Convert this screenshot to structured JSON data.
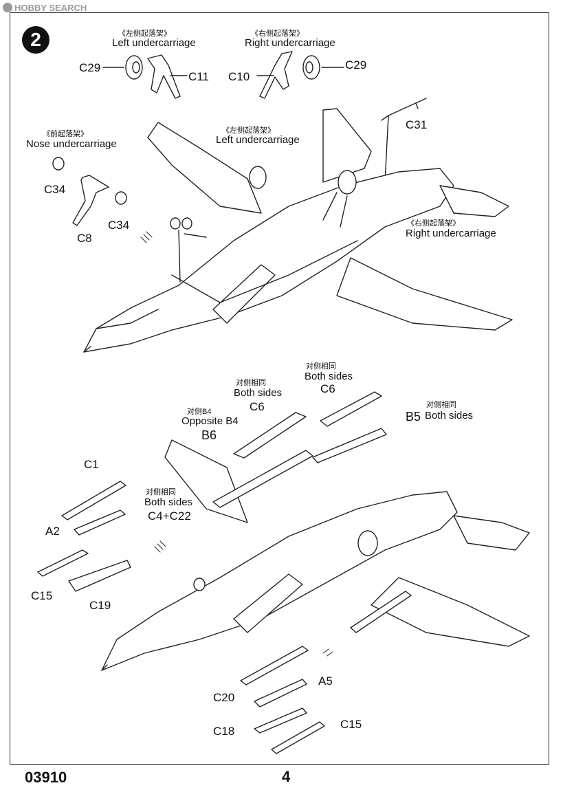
{
  "watermark": "HOBBY SEARCH",
  "step_number": "2",
  "top": {
    "left_uc_cn": "《左侧起落架》",
    "left_uc_en": "Left undercarriage",
    "right_uc_cn": "《右侧起落架》",
    "right_uc_en": "Right undercarriage",
    "c29_left": "C29",
    "c11": "C11",
    "c10": "C10",
    "c29_right": "C29",
    "nose_cn": "《前起落架》",
    "nose_en": "Nose undercarriage",
    "c34_a": "C34",
    "c34_b": "C34",
    "c8": "C8",
    "mid_left_cn": "《左侧起落架》",
    "mid_left_en": "Left undercarriage",
    "c31": "C31",
    "mid_right_cn": "《右侧起落架》",
    "mid_right_en": "Right undercarriage"
  },
  "bottom": {
    "both1_cn": "对侧相同",
    "both1_en": "Both sides",
    "c6_a": "C6",
    "both2_cn": "对侧相同",
    "both2_en": "Both sides",
    "c6_b": "C6",
    "opp_cn": "对侧B4",
    "opp_en": "Opposite B4",
    "b6": "B6",
    "b5": "B5",
    "both3_cn": "对侧相同",
    "both3_en": "Both sides",
    "c1": "C1",
    "a2": "A2",
    "c15_left": "C15",
    "c19": "C19",
    "both4_cn": "对侧相同",
    "both4_en": "Both sides",
    "c4c22": "C4+C22",
    "a5": "A5",
    "c20": "C20",
    "c18": "C18",
    "c15_right": "C15"
  },
  "footer": {
    "code": "03910",
    "page": "4"
  }
}
